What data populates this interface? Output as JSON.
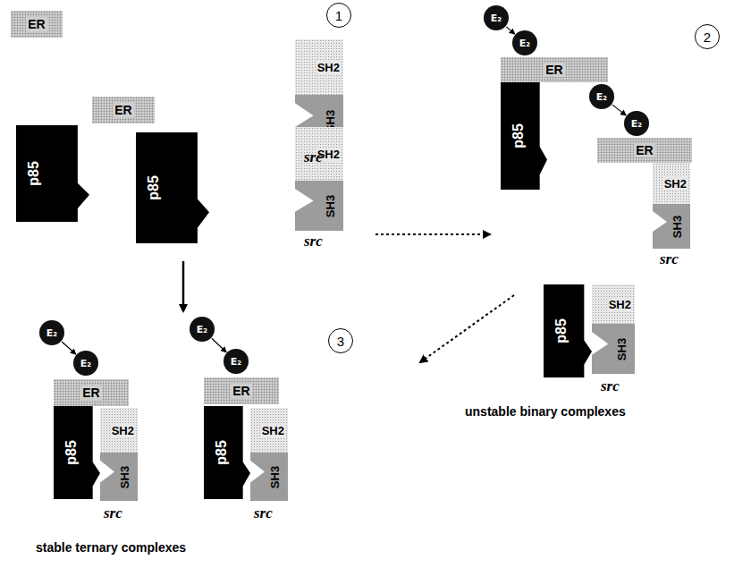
{
  "diagram": {
    "nodes": [
      {
        "text": [
          "ER"
        ]
      },
      {
        "text": [
          "1"
        ]
      },
      {
        "text": [
          "SH2"
        ]
      },
      {
        "text": [
          "ER"
        ]
      },
      {
        "text": [
          "SH3"
        ]
      },
      {
        "text": [
          "p85"
        ]
      },
      {
        "text": [
          "p85"
        ]
      },
      {
        "text": [
          "SH2"
        ]
      },
      {
        "text": [
          "SH3"
        ]
      },
      {
        "text": [
          "E₂"
        ]
      },
      {
        "text": [
          "2"
        ]
      },
      {
        "text": [
          "E₂"
        ]
      },
      {
        "text": [
          "ER"
        ]
      },
      {
        "text": [
          "E₂"
        ]
      },
      {
        "text": [
          "p85"
        ]
      },
      {
        "text": [
          "E₂"
        ]
      },
      {
        "text": [
          "ER"
        ]
      },
      {
        "text": [
          "SH2"
        ]
      },
      {
        "text": [
          "SH3"
        ]
      },
      {
        "text": [
          "p85"
        ]
      },
      {
        "text": [
          "SH2"
        ]
      },
      {
        "text": [
          "SH3"
        ]
      },
      {
        "text": [
          "3"
        ]
      },
      {
        "text": [
          "E₂"
        ]
      },
      {
        "text": [
          "E₂"
        ]
      },
      {
        "text": [
          "E₂"
        ]
      },
      {
        "text": [
          "E₂"
        ]
      },
      {
        "text": [
          "ER"
        ]
      },
      {
        "text": [
          "ER"
        ]
      },
      {
        "text": [
          "p85"
        ]
      },
      {
        "text": [
          "p85"
        ]
      },
      {
        "text": [
          "SH2"
        ]
      },
      {
        "text": [
          "SH2"
        ]
      },
      {
        "text": [
          "SH3"
        ]
      },
      {
        "text": [
          "SH3"
        ]
      }
    ],
    "edges": [
      {
        "from": 9,
        "to": 11,
        "arrow": "to"
      },
      {
        "from": 13,
        "to": 15,
        "arrow": "to"
      },
      {
        "from": 23,
        "to": 25,
        "arrow": "to"
      },
      {
        "from": 24,
        "to": 26,
        "arrow": "to"
      }
    ],
    "labels": [
      "src",
      "src",
      "src",
      "src",
      "src",
      "src",
      "unstable binary complexes",
      "stable ternary complexes"
    ]
  }
}
